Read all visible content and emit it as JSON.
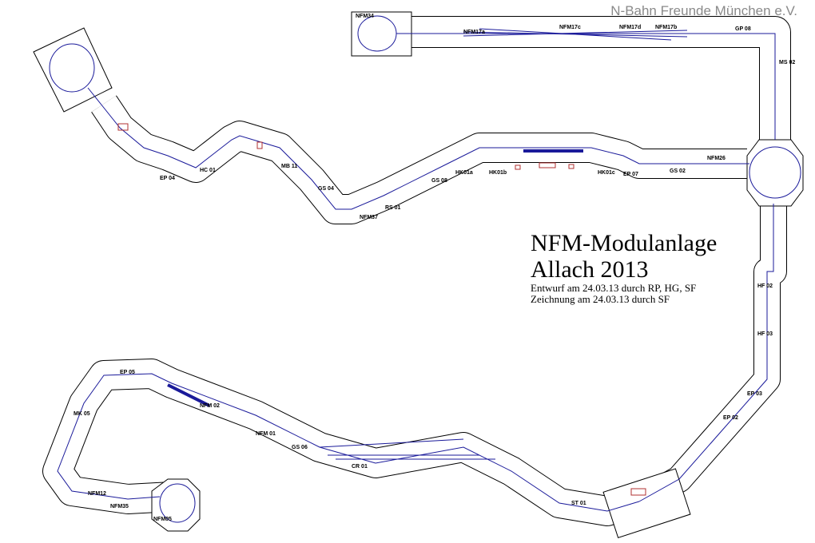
{
  "brand": "N-Bahn Freunde München e.V.",
  "title": {
    "line1": "NFM-Modulanlage",
    "line2": "Allach 2013",
    "line3": "Entwurf am 24.03.13 durch RP, HG, SF",
    "line4": "Zeichnung am 24.03.13 durch SF"
  },
  "colors": {
    "track": "#1a1a9a",
    "outline": "#000000",
    "building": "#b03030"
  },
  "modules": [
    "NFM34",
    "NFM17a",
    "NFM17c",
    "NFM17d",
    "NFM17b",
    "GP 08",
    "MS 02",
    "NFM26",
    "GS 02",
    "EP 07",
    "HK01c",
    "HK01b",
    "HK01a",
    "GS 08",
    "RS 01",
    "NFM37",
    "GS 04",
    "MB 11",
    "HC 01",
    "EP 04",
    "NFM 02",
    "NFM 01",
    "GS 06",
    "EP 05",
    "MK 05",
    "NFM12",
    "NFM35",
    "NFM05",
    "HF 02",
    "HF 03",
    "EP 03",
    "EP 02",
    "ST 01",
    "CR 01"
  ]
}
